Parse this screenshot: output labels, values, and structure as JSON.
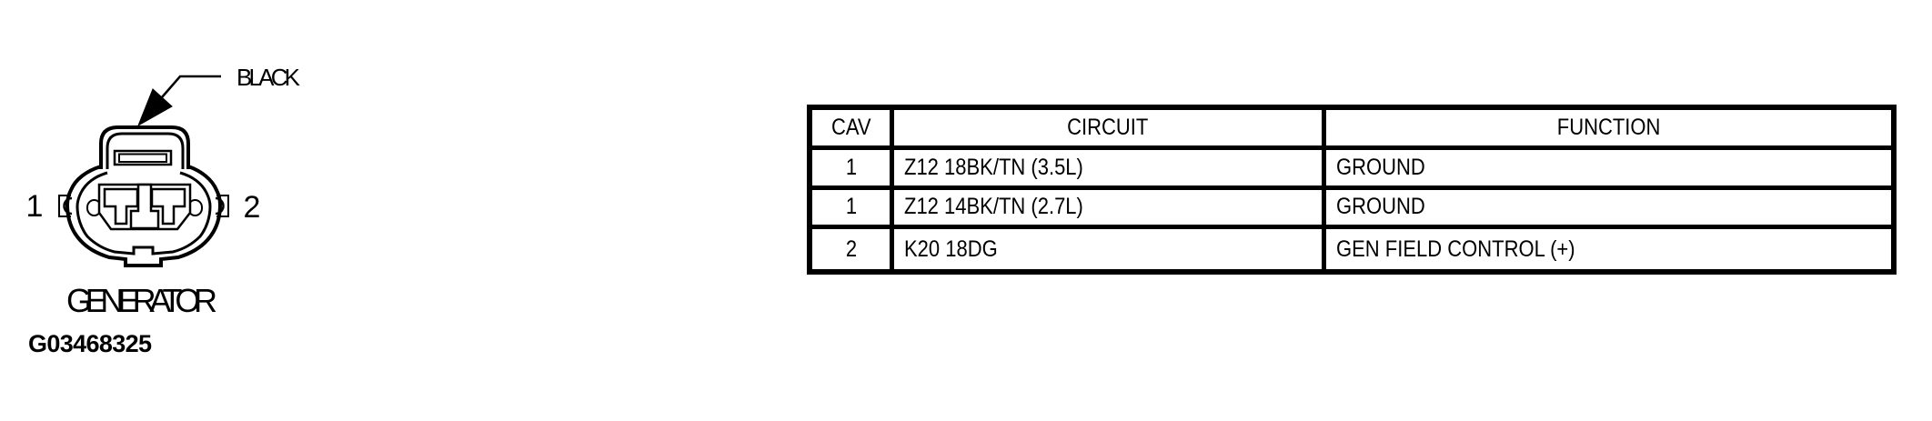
{
  "colors": {
    "line": "#000000",
    "background": "#ffffff"
  },
  "connector": {
    "color_label": "BLACK",
    "name": "GENERATOR",
    "figure_id": "G03468325",
    "pin_left": "1",
    "pin_right": "2"
  },
  "table": {
    "headers": {
      "cav": "CAV",
      "circuit": "CIRCUIT",
      "function": "FUNCTION"
    },
    "rows": [
      {
        "cav": "1",
        "circuit": "Z12 18BK/TN (3.5L)",
        "function": "GROUND"
      },
      {
        "cav": "1",
        "circuit": "Z12 14BK/TN (2.7L)",
        "function": "GROUND"
      },
      {
        "cav": "2",
        "circuit": "K20 18DG",
        "function": "GEN FIELD CONTROL (+)"
      }
    ]
  }
}
